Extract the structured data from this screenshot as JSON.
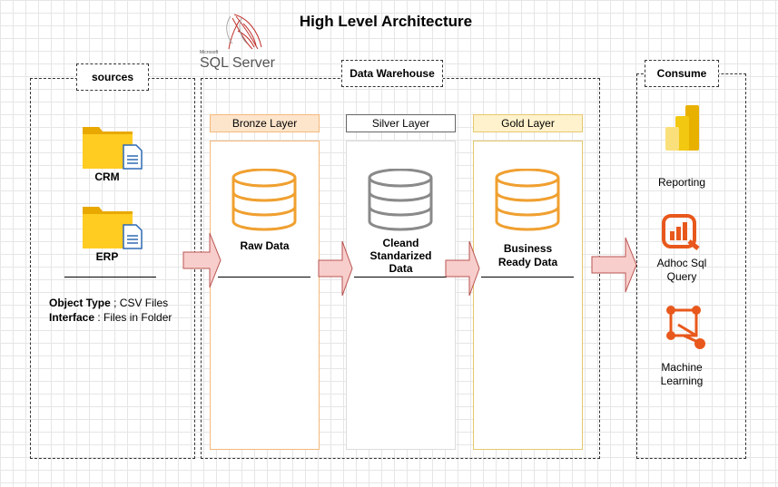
{
  "diagram": {
    "title": "High Level Architecture",
    "logo": {
      "text": "SQL Server",
      "small_text": "Microsoft"
    },
    "sources": {
      "label": "sources",
      "items": [
        {
          "name": "CRM",
          "icon": "folder-icon"
        },
        {
          "name": "ERP",
          "icon": "folder-icon"
        }
      ],
      "object_type_label": "Object Type",
      "object_type_value": " ; CSV Files",
      "interface_label": "Interface",
      "interface_value": " : Files in Folder"
    },
    "warehouse": {
      "label": "Data Warehouse",
      "layers": [
        {
          "name": "Bronze Layer",
          "text_line1": "Raw Data",
          "text_line2": "",
          "text_line3": "",
          "color": "#f0a030"
        },
        {
          "name": "Silver Layer",
          "text_line1": "Cleand",
          "text_line2": "Standarized",
          "text_line3": "Data",
          "color": "#8a8a8a"
        },
        {
          "name": "Gold Layer",
          "text_line1": "Business",
          "text_line2": "Ready Data",
          "text_line3": "",
          "color": "#f0a030"
        }
      ]
    },
    "consume": {
      "label": "Consume",
      "items": [
        {
          "line1": "Reporting",
          "line2": "",
          "icon": "power-bi-icon"
        },
        {
          "line1": "Adhoc Sql",
          "line2": "Query",
          "icon": "report-chart-icon"
        },
        {
          "line1": "Machine",
          "line2": "Learning",
          "icon": "machine-learning-icon"
        }
      ]
    },
    "colors": {
      "bronze_fill": "#fde5cc",
      "bronze_border": "#f5b87a",
      "silver_fill": "#ffffff",
      "silver_border": "#666666",
      "gold_fill": "#fff2cc",
      "gold_border": "#e6c86e",
      "arrow_fill": "#f8cecc",
      "arrow_border": "#b85450"
    }
  }
}
